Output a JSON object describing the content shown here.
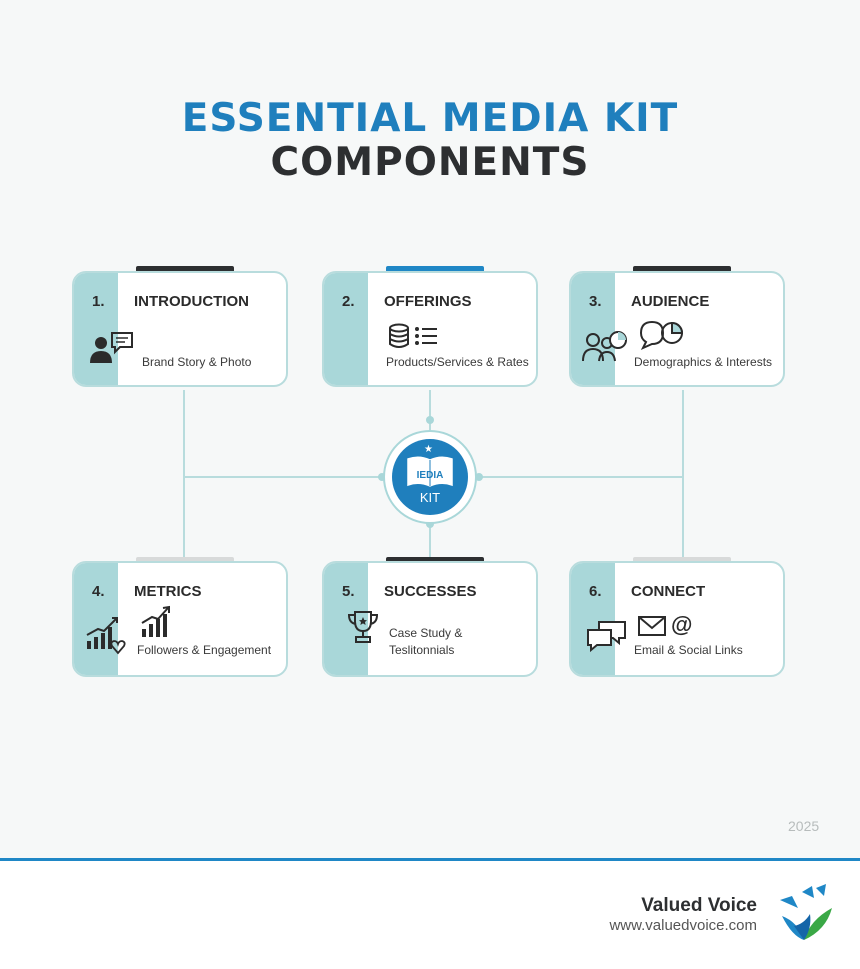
{
  "title": {
    "line1": "ESSENTIAL MEDIA KIT",
    "line2": "COMPONENTS"
  },
  "hub": {
    "line1": "IEDIA",
    "line2": "KIT"
  },
  "cards": [
    {
      "num": "1.",
      "heading": "INTRODUCTION",
      "desc": "Brand Story & Photo",
      "icons": [
        "user-chat-icon"
      ]
    },
    {
      "num": "2.",
      "heading": "OFFERINGS",
      "desc": "Products/Services & Rates",
      "icons": [
        "database-icon",
        "list-icon"
      ]
    },
    {
      "num": "3.",
      "heading": "AUDIENCE",
      "desc": "Demographics & Interests",
      "icons": [
        "group-pie-icon",
        "chat-pie-icon"
      ]
    },
    {
      "num": "4.",
      "heading": "METRICS",
      "desc": "Followers & Engagement",
      "icons": [
        "growth-chart-heart-icon",
        "growth-chart-icon"
      ]
    },
    {
      "num": "5.",
      "heading": "SUCCESSES",
      "desc_lines": [
        "Case Study &",
        "Teslitonnials"
      ],
      "icons": [
        "trophy-icon"
      ]
    },
    {
      "num": "6.",
      "heading": "CONNECT",
      "desc": "Email & Social Links",
      "icons": [
        "chat-bubbles-icon",
        "envelope-icon",
        "at-sign-icon"
      ]
    }
  ],
  "colors": {
    "accent": "#1f7fbd",
    "dark": "#2d2f31",
    "teal": "#a9d7d9"
  },
  "footer": {
    "year": "2025",
    "brand": "Valued Voice",
    "site": "www.valuedvoice.com"
  }
}
